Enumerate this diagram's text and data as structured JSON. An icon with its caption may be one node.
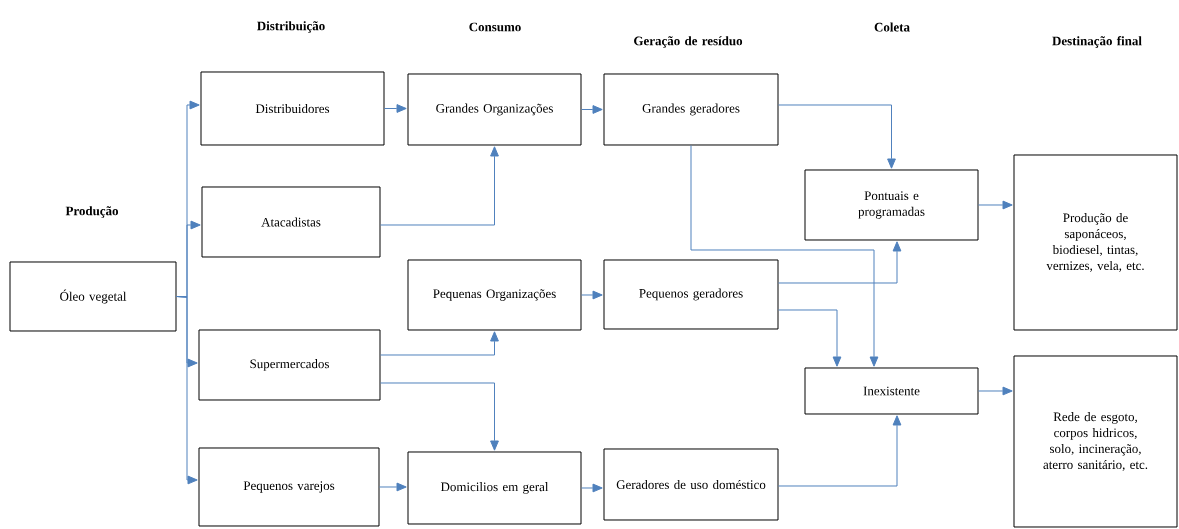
{
  "diagram": {
    "nodes": [
      {
        "text": [
          "Óleo vegetal"
        ]
      },
      {
        "text": [
          "Distribuidores"
        ]
      },
      {
        "text": [
          "Atacadistas"
        ]
      },
      {
        "text": [
          "Supermercados"
        ]
      },
      {
        "text": [
          "Pequenos varejos"
        ]
      },
      {
        "text": [
          "Grandes Organizações"
        ]
      },
      {
        "text": [
          "Pequenas Organizações"
        ]
      },
      {
        "text": [
          "Domicilios em geral"
        ]
      },
      {
        "text": [
          "Grandes geradores"
        ]
      },
      {
        "text": [
          "Pequenos geradores"
        ]
      },
      {
        "text": [
          "Geradores de uso doméstico"
        ]
      },
      {
        "text": [
          "Pontuais e programadas"
        ]
      },
      {
        "text": [
          "Inexistente"
        ]
      },
      {
        "text": [
          "Produção de saponáceos, biodiesel, tintas, vernizes, vela, etc."
        ]
      },
      {
        "text": [
          "Rede de esgoto, corpos hidricos, solo, incineração, aterro sanitário, etc."
        ]
      }
    ],
    "edges": [
      {
        "from": 0,
        "to": 1,
        "arrow": "to"
      },
      {
        "from": 0,
        "to": 2,
        "arrow": "to"
      },
      {
        "from": 0,
        "to": 3,
        "arrow": "to"
      },
      {
        "from": 0,
        "to": 4,
        "arrow": "to"
      },
      {
        "from": 1,
        "to": 5,
        "arrow": "to"
      },
      {
        "from": 2,
        "to": 5,
        "arrow": "to"
      },
      {
        "from": 3,
        "to": 6,
        "arrow": "to"
      },
      {
        "from": 3,
        "to": 7,
        "arrow": "to"
      },
      {
        "from": 4,
        "to": 7,
        "arrow": "to"
      },
      {
        "from": 5,
        "to": 8,
        "arrow": "to"
      },
      {
        "from": 6,
        "to": 9,
        "arrow": "to"
      },
      {
        "from": 7,
        "to": 10,
        "arrow": "to"
      },
      {
        "from": 8,
        "to": 11,
        "arrow": "to"
      },
      {
        "from": 8,
        "to": 12,
        "arrow": "to"
      },
      {
        "from": 9,
        "to": 11,
        "arrow": "to"
      },
      {
        "from": 9,
        "to": 12,
        "arrow": "to"
      },
      {
        "from": 10,
        "to": 12,
        "arrow": "to"
      },
      {
        "from": 11,
        "to": 13,
        "arrow": "to"
      },
      {
        "from": 12,
        "to": 14,
        "arrow": "to"
      }
    ],
    "labels": [
      "Distribuição",
      "Consumo",
      "Geração de resíduo",
      "Coleta",
      "Destinação final",
      "Produção"
    ]
  }
}
